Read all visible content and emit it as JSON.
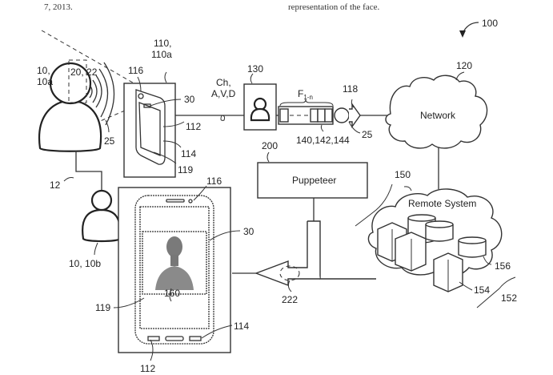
{
  "header": {
    "left_text": "7, 2013.",
    "right_text": "representation of the face."
  },
  "figure": {
    "system_ref": "100",
    "user_a": {
      "ref": "10,\n10a",
      "line1": "10,",
      "line2": "10a"
    },
    "user_b": {
      "ref": "10, 10b"
    },
    "link_ref": "12",
    "capture_ref": {
      "line1": "20, 22"
    },
    "audio_ref": "25",
    "device_a": {
      "line1": "110,",
      "line2": "110a",
      "camera_ref": "116",
      "screen_ref": "30",
      "speaker_ref": "112",
      "mic_ref": "114",
      "display_ref": "119"
    },
    "channel": {
      "line1": "Ch,",
      "line2": "A,V,D"
    },
    "avatar_box_ref": "130",
    "frames": {
      "label": "F",
      "subscript": "1-n",
      "ref": "140,142,144"
    },
    "stream_ref": "118",
    "stream_audio_ref": "25",
    "network": {
      "label": "Network",
      "ref": "120"
    },
    "puppeteer": {
      "label": "Puppeteer",
      "ref": "200"
    },
    "remote_system": {
      "label": "Remote System",
      "ref": "150",
      "group_ref": "152",
      "server_ref": "154",
      "storage_ref": "156"
    },
    "device_b": {
      "camera_ref": "116",
      "screen_ref": "30",
      "face_ref": "160",
      "display_ref": "119",
      "mic_ref": "114",
      "speaker_ref": "112"
    },
    "output_ref": "222"
  }
}
